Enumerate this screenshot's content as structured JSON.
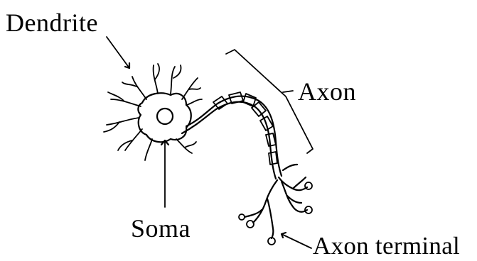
{
  "diagram": {
    "labels": {
      "dendrite": "Dendrite",
      "axon": "Axon",
      "soma": "Soma",
      "axon_terminal": "Axon terminal"
    },
    "colors": {
      "ink": "#000000",
      "background": "#ffffff"
    }
  }
}
